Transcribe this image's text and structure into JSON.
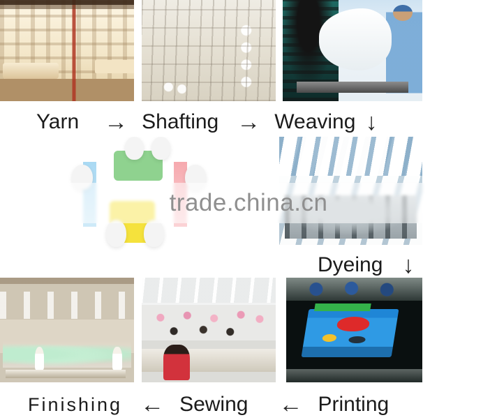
{
  "watermark": {
    "text": "trade.china.cn",
    "color": "#8f8f8f"
  },
  "flow": {
    "row1": [
      {
        "label": "Yarn",
        "arrow": "→",
        "arrow_name": "arrow-right-icon"
      },
      {
        "label": "Shafting",
        "arrow": "→",
        "arrow_name": "arrow-right-icon"
      },
      {
        "label": "Weaving",
        "arrow": "↓",
        "arrow_name": "arrow-down-icon"
      }
    ],
    "row2": [
      {
        "label": "Dyeing",
        "arrow": "↓",
        "arrow_name": "arrow-down-icon"
      }
    ],
    "row3": [
      {
        "label": "Finishing",
        "arrow": "←",
        "arrow_name": "arrow-left-icon"
      },
      {
        "label": "Sewing",
        "arrow": "←",
        "arrow_name": "arrow-left-icon"
      },
      {
        "label": "Printing",
        "arrow": "",
        "arrow_name": ""
      }
    ]
  },
  "photos": {
    "yarn": {
      "caption": "Yarn",
      "alt": "warehouse stacked with cream cotton yarn bales"
    },
    "shafting": {
      "caption": "Shafting",
      "alt": "warping creel frame with white yarn bobbins"
    },
    "weaving": {
      "caption": "Weaving",
      "alt": "worker in blue coat at weaving loom with white fabric roll"
    },
    "teamwork": {
      "caption": "",
      "alt": "white 3d figures assembling green and yellow puzzle pieces"
    },
    "dyeing": {
      "caption": "Dyeing",
      "alt": "bright dyeing hall with skylights and machinery"
    },
    "finishing": {
      "caption": "Finishing",
      "alt": "workshop with workers folding mint green fabric at tables"
    },
    "sewing": {
      "caption": "Sewing",
      "alt": "sewing floor with rows of workers, man in red shirt"
    },
    "printing": {
      "caption": "Printing",
      "alt": "screen printing table with colorful printed towel"
    }
  },
  "colors": {
    "label_text": "#1b1b1b",
    "arrow": "#262626",
    "background": "#ffffff",
    "accent_green": "#8fd28f",
    "accent_yellow": "#f5e23c",
    "accent_blue": "#a9d9f3",
    "accent_red": "#f6a9ae"
  }
}
